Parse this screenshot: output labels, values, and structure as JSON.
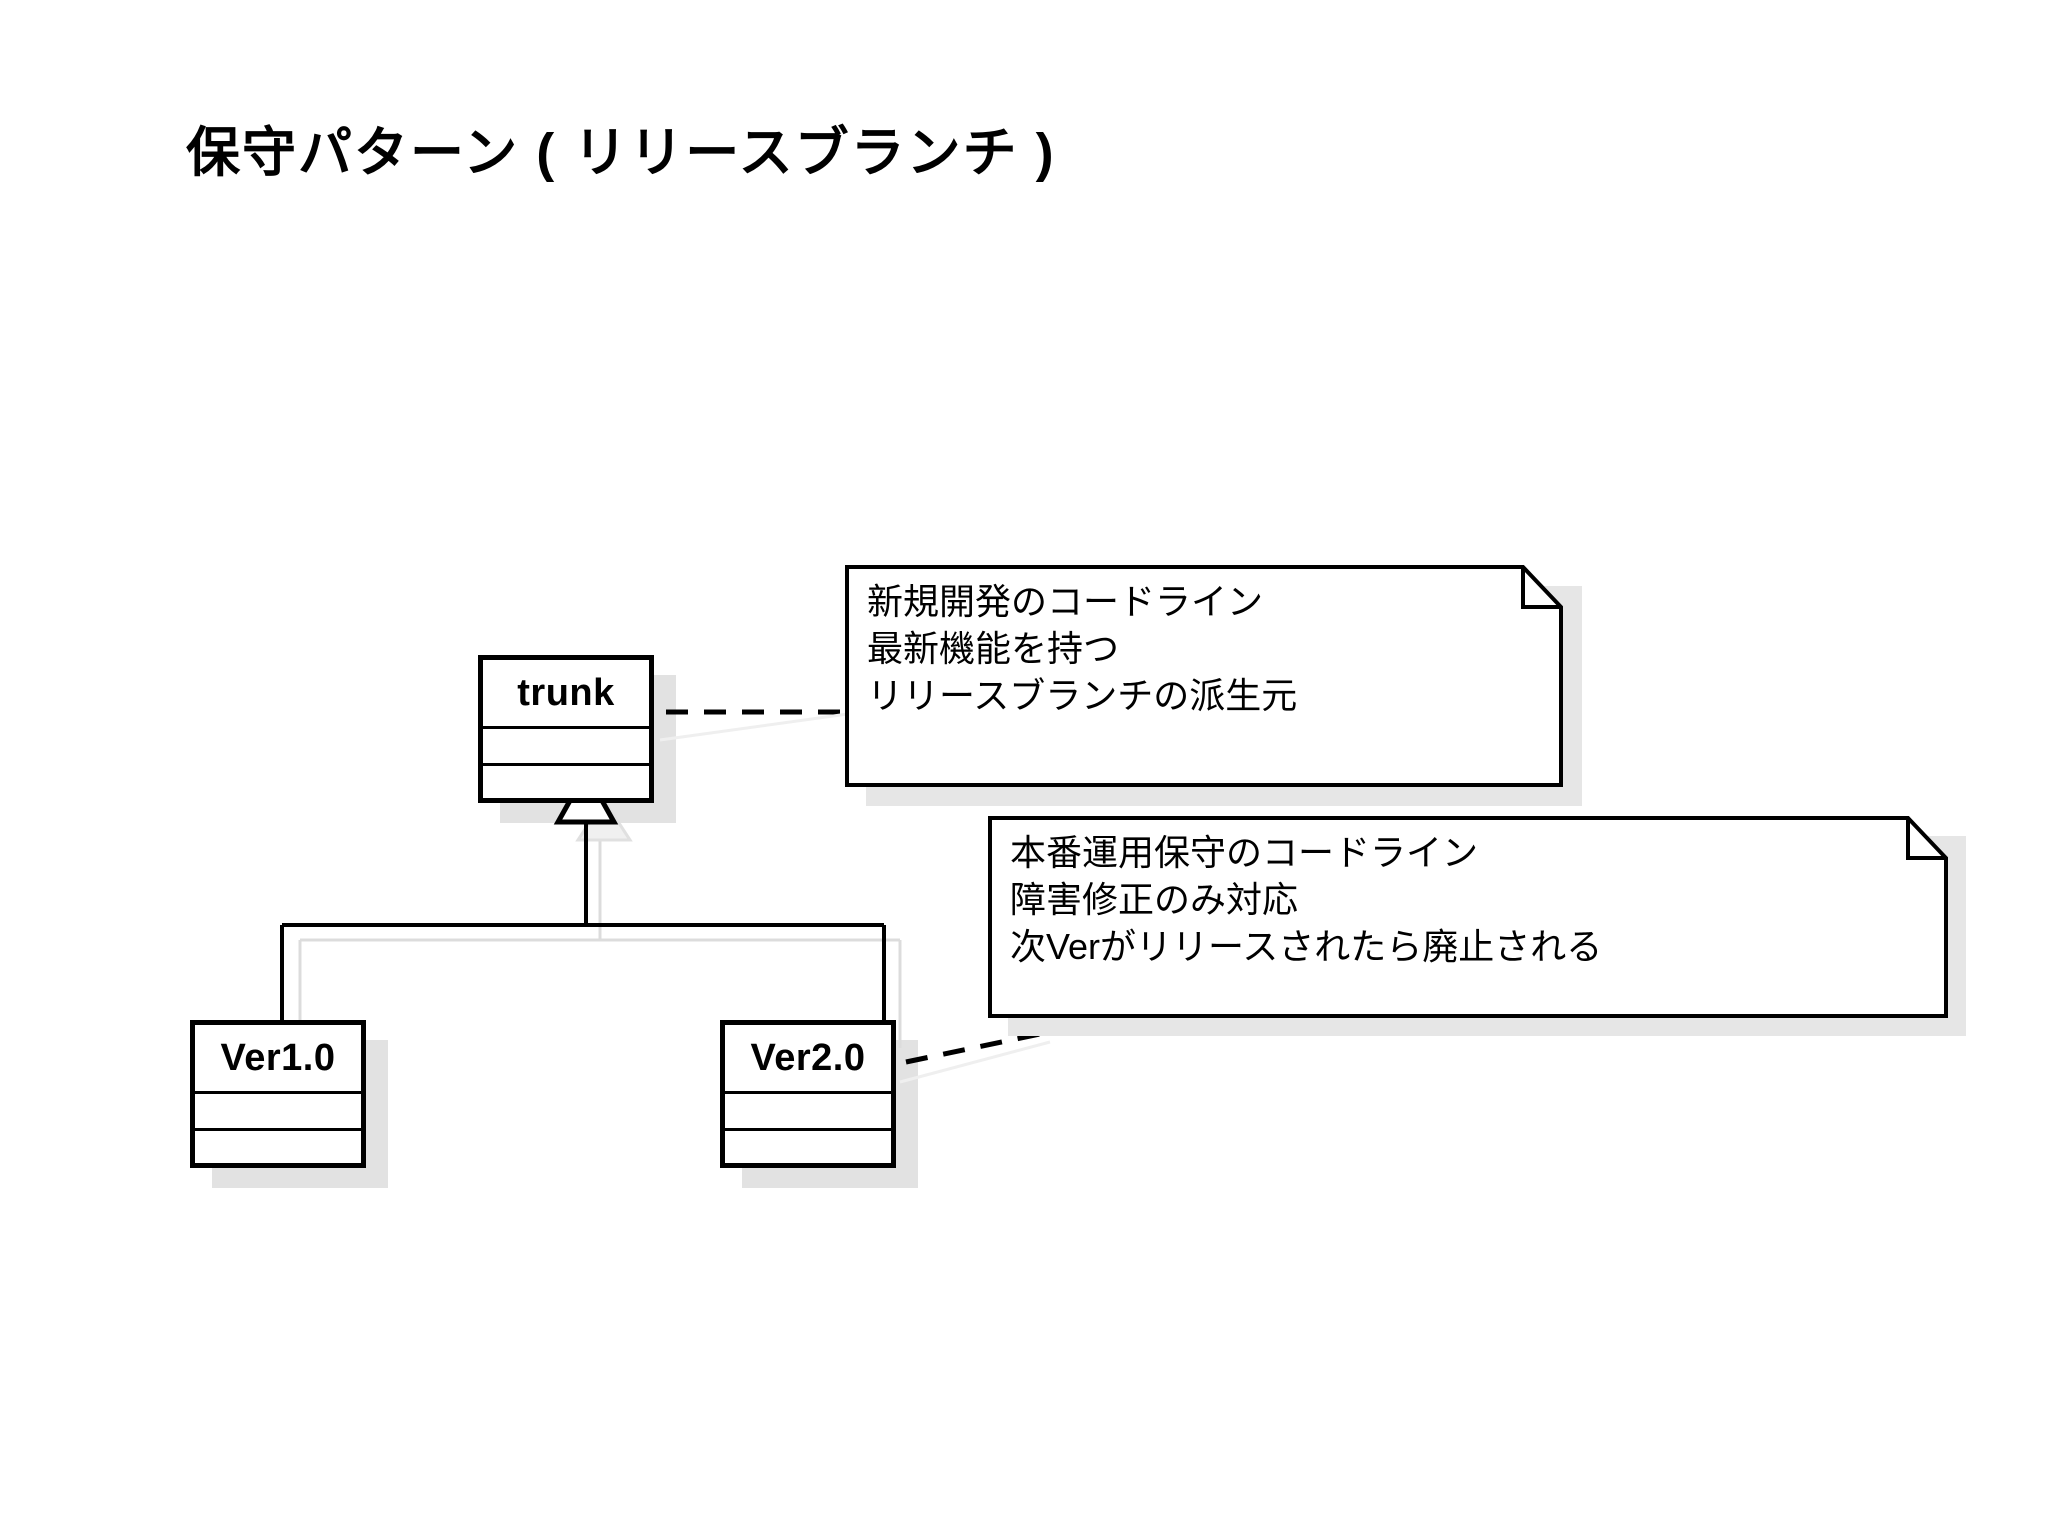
{
  "slide": {
    "title": "保守パターン ( リリースブランチ )",
    "background_color": "#ffffff",
    "stroke_color": "#000000",
    "shadow_color": "#e2e2e2"
  },
  "diagram": {
    "type": "uml-class-diagram",
    "classes": [
      {
        "id": "trunk",
        "name": "trunk",
        "attributes": "",
        "operations": ""
      },
      {
        "id": "ver1",
        "name": "Ver1.0",
        "attributes": "",
        "operations": ""
      },
      {
        "id": "ver2",
        "name": "Ver2.0",
        "attributes": "",
        "operations": ""
      }
    ],
    "relationships": [
      {
        "kind": "generalization",
        "from": "Ver1.0",
        "to": "trunk",
        "arrowhead": "hollow-triangle"
      },
      {
        "kind": "generalization",
        "from": "Ver2.0",
        "to": "trunk",
        "arrowhead": "hollow-triangle"
      },
      {
        "kind": "note-anchor",
        "from": "note-trunk",
        "to": "trunk",
        "line_style": "dashed"
      },
      {
        "kind": "note-anchor",
        "from": "note-release",
        "to": "Ver2.0",
        "line_style": "dashed"
      }
    ],
    "notes": [
      {
        "id": "note-trunk",
        "anchored_to": "trunk",
        "lines": [
          "新規開発のコードライン",
          "最新機能を持つ",
          "リリースブランチの派生元"
        ]
      },
      {
        "id": "note-release",
        "anchored_to": "Ver2.0",
        "lines": [
          "本番運用保守のコードライン",
          "障害修正のみ対応",
          "次Verがリリースされたら廃止される"
        ]
      }
    ]
  }
}
